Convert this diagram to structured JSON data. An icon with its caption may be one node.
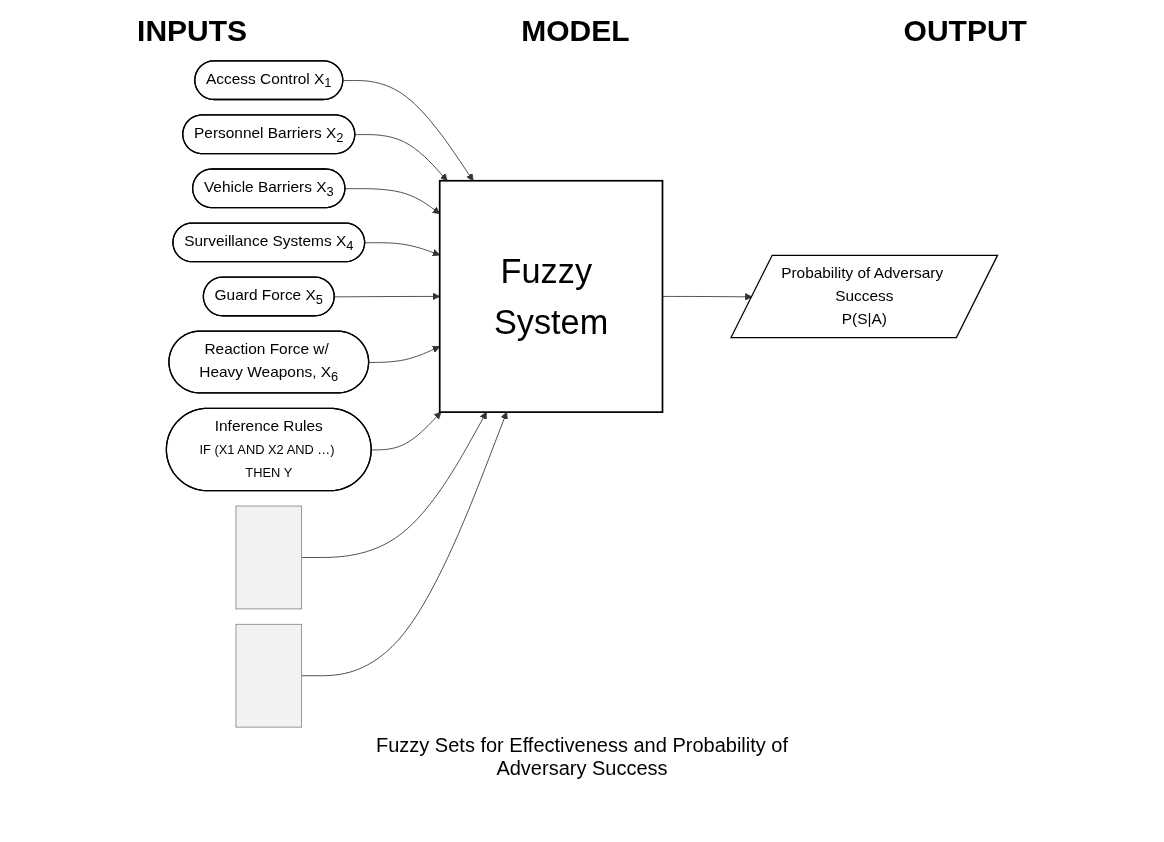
{
  "diagram": {
    "nodes": [
      {
        "text": [
          "Access Control X$_{1}$"
        ]
      },
      {
        "text": [
          "Personnel Barriers X$_{2}$"
        ]
      },
      {
        "text": [
          "Vehicle Barriers X$_{3}$"
        ]
      },
      {
        "text": [
          "Surveillance Systems X$_{4}$"
        ]
      },
      {
        "text": [
          "Guard Force X$_{5}$"
        ]
      },
      {
        "text": [
          "Reaction Force w/ Heavy Weapons, X$_{6}$"
        ]
      },
      {
        "text": [
          "Inference Rules",
          "IF (X1 AND X2 AND …) THEN Y"
        ]
      },
      {
        "text": [
          "Fuzzy System"
        ]
      },
      {
        "text": [
          "Probability of Adversary Success",
          "P(S|A)"
        ]
      },
      {
        "text": [],
        "shape": "box"
      },
      {
        "text": [],
        "shape": "box"
      }
    ],
    "edges": [
      {
        "from": 0,
        "to": 7,
        "arrow": "to"
      },
      {
        "from": 1,
        "to": 7,
        "arrow": "to"
      },
      {
        "from": 2,
        "to": 7,
        "arrow": "to"
      },
      {
        "from": 3,
        "to": 7,
        "arrow": "to"
      },
      {
        "from": 4,
        "to": 7,
        "arrow": "to"
      },
      {
        "from": 5,
        "to": 7,
        "arrow": "to"
      },
      {
        "from": 6,
        "to": 7,
        "arrow": "to"
      },
      {
        "from": 9,
        "to": 7,
        "arrow": "to"
      },
      {
        "from": 10,
        "to": 7,
        "arrow": "to"
      },
      {
        "from": 7,
        "to": 8,
        "arrow": "to"
      }
    ],
    "labels": [
      "INPUTS",
      "MODEL",
      "OUTPUT",
      "Fuzzy Sets for Effectiveness and Probability of Adversary Success"
    ]
  }
}
